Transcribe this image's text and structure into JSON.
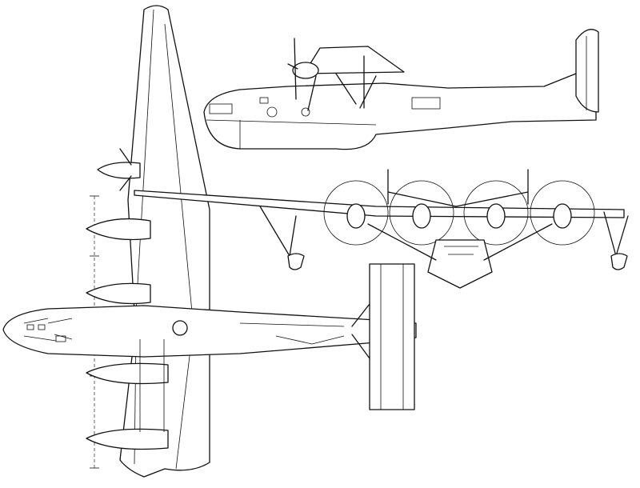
{
  "drawing": {
    "views": [
      "side-view",
      "front-view",
      "top-view"
    ]
  }
}
